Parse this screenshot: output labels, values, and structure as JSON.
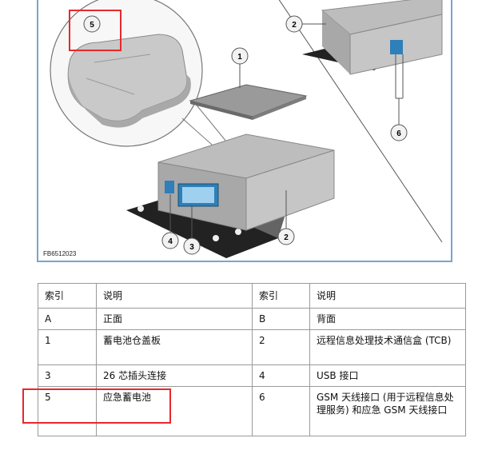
{
  "figure": {
    "code": "FB6512023",
    "callouts": [
      "1",
      "2",
      "2",
      "3",
      "4",
      "5",
      "6"
    ]
  },
  "table": {
    "headers": [
      "索引",
      "说明",
      "索引",
      "说明"
    ],
    "rows": [
      [
        "A",
        "正面",
        "B",
        "背面"
      ],
      [
        "1",
        "蓄电池仓盖板",
        "2",
        "远程信息处理技术通信盒 (TCB)"
      ],
      [
        "3",
        "26 芯插头连接",
        "4",
        "USB 接口"
      ],
      [
        "5",
        "应急蓄电池",
        "6",
        "GSM 天线接口 (用于远程信息处理服务) 和应急 GSM 天线接口"
      ]
    ]
  },
  "colors": {
    "highlight": "#e8282b",
    "frame": "#7aa3cf"
  }
}
